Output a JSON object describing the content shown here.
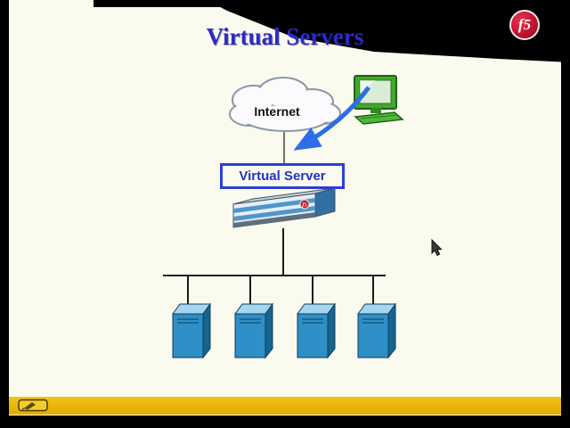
{
  "slide": {
    "title": "Virtual Servers",
    "background_color": "#FBFAEF",
    "title_color": "#2B2BC8"
  },
  "logo": {
    "text": "f5",
    "ball_color": "#C41230",
    "text_color": "#FFFFFF"
  },
  "diagram": {
    "internet_label": "Internet",
    "virtual_server_label": "Virtual Server",
    "server_count": 4,
    "icons": [
      "internet-cloud",
      "client-computer-icon",
      "traffic-arrow-icon",
      "bigip-appliance-icon",
      "server-tower-icon"
    ],
    "line_color": "#1A1A1A",
    "arrow_color": "#2D6EE8",
    "server_color": "#2F8FC7",
    "computer_color": "#44A52F",
    "label_box_border_color": "#2B3FD6"
  },
  "toolbar": {
    "bar_color": "#EDB70B",
    "tool": "pen-annotation-tool"
  }
}
